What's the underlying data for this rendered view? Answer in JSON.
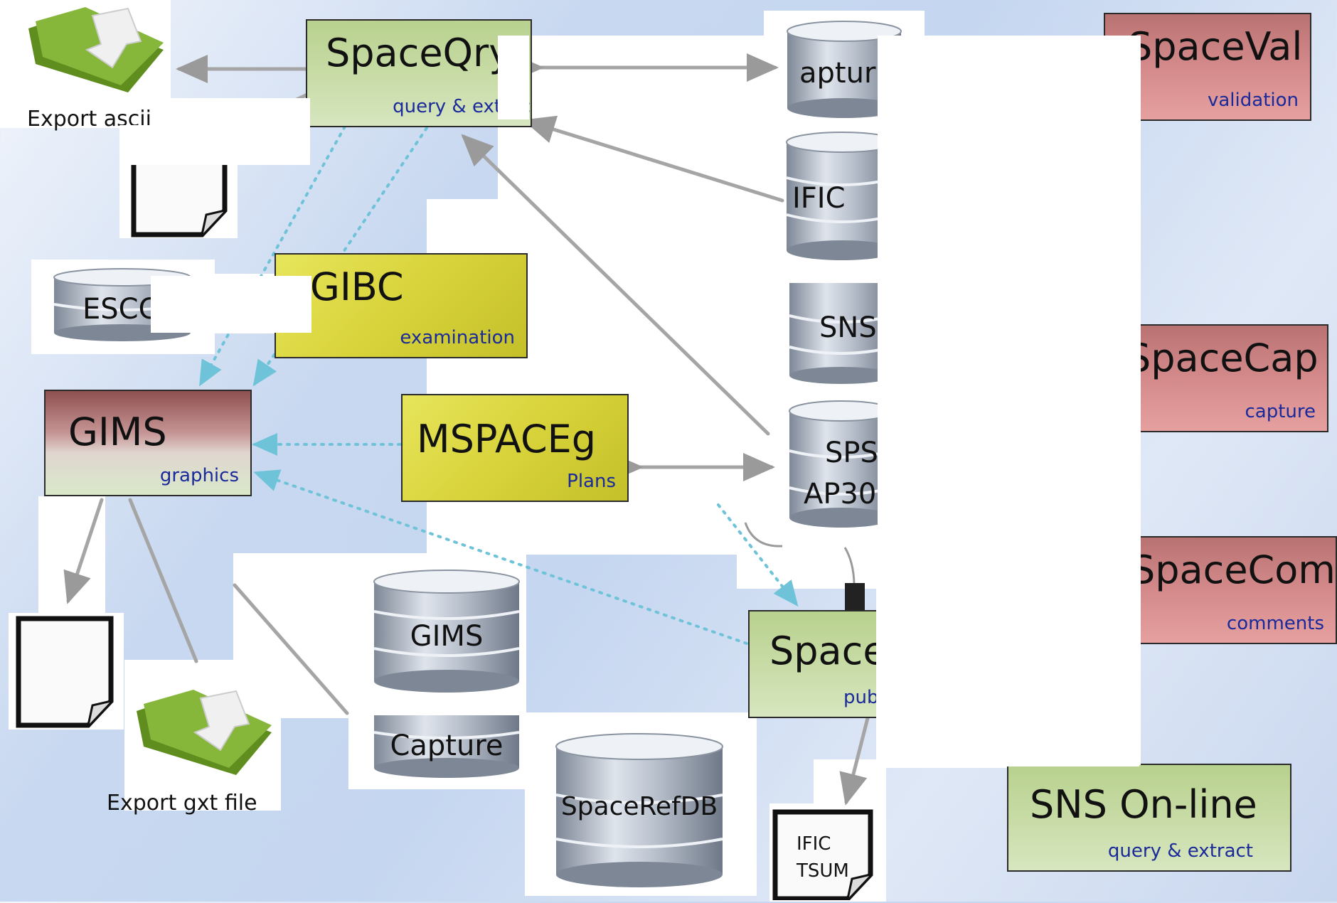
{
  "boxes": {
    "spaceqry": {
      "title": "SpaceQry",
      "subtitle": "query & extrac"
    },
    "spaceval": {
      "title": "SpaceVal",
      "subtitle": "validation"
    },
    "gibc": {
      "title": "GIBC",
      "subtitle": "examination"
    },
    "gims": {
      "title": "GIMS",
      "subtitle": "graphics"
    },
    "mspaceg": {
      "title": "MSPACEg",
      "subtitle": "Plans"
    },
    "spacecap": {
      "title": "SpaceCap",
      "subtitle": "capture"
    },
    "spacecom": {
      "title": "SpaceCom",
      "subtitle": "comments"
    },
    "spacepub": {
      "title": "Space",
      "subtitle": "pub"
    },
    "snsonline": {
      "title": "SNS On-line",
      "subtitle": "query & extract"
    }
  },
  "databases": {
    "capture_top": "aptur",
    "ific": "IFIC",
    "sns": "SNS",
    "sps_line1": "SPS",
    "sps_line2": "AP30",
    "escc": "ESCC",
    "gims_db": "GIMS",
    "capture_db": "Capture",
    "spacerefdb": "SpaceRefDB"
  },
  "files": {
    "export_ascii": "Export ascii file",
    "export_gxt": "Export gxt file",
    "ific_tsum_line1": "IFIC",
    "ific_tsum_line2": "TSUM"
  },
  "colors": {
    "green_box": "#c9dca8",
    "yellow_box": "#d8d33a",
    "red_box": "#d48a8a",
    "subtitle_text": "#1a2a9a",
    "dotted_arrow": "#6fc3d8",
    "solid_arrow": "#a0a0a0"
  },
  "icons": [
    "folder-download-icon",
    "document-icon",
    "database-icon"
  ]
}
